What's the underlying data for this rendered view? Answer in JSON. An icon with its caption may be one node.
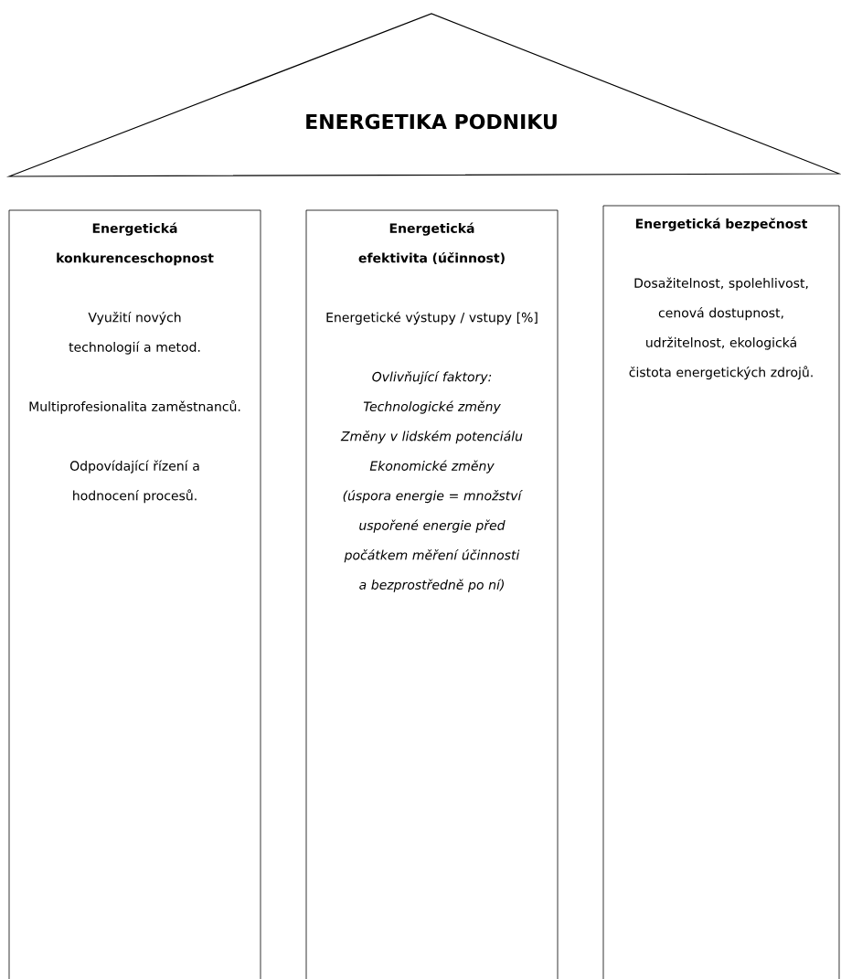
{
  "diagram": {
    "nodes": [
      {
        "text": [
          "ENERGETIKA PODNIKU"
        ]
      },
      {
        "text": [
          "Energetická konkurenceschopnost",
          "Využití nových technologií a metod.",
          "Multiprofesionalita zaměstnanců.",
          "Odpovídající řízení a hodnocení procesů."
        ]
      },
      {
        "text": [
          "Energetická efektivita (účinnost)",
          "Energetické výstupy / vstupy [%]",
          "Ovlivňující faktory:",
          "Technologické změny",
          "Změny v lidském potenciálu",
          "Ekonomické změny",
          "(úspora energie = množství uspořené energie před počátkem měření účinnosti a bezprostředně po ní)"
        ]
      },
      {
        "text": [
          "Energetická bezpečnost",
          "Dosažitelnost, spolehlivost, cenová dostupnost, udržitelnost, ekologická čistota energetických zdrojů."
        ]
      }
    ]
  }
}
